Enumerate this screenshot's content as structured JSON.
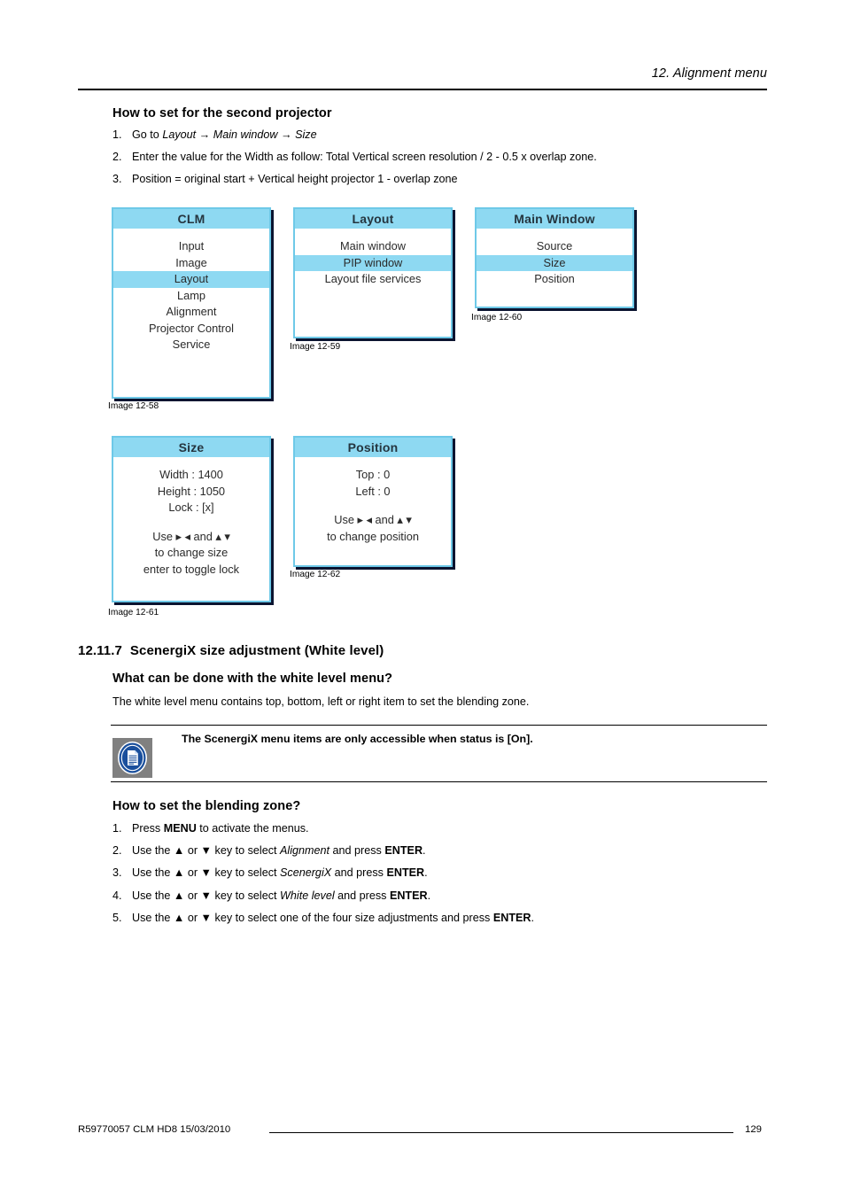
{
  "header": {
    "chapter": "12.  Alignment menu"
  },
  "section_second_projector": {
    "heading": "How to set for the second projector",
    "steps": [
      {
        "num": "1.",
        "parts": [
          {
            "t": "Go to ",
            "style": "normal"
          },
          {
            "t": "Layout",
            "style": "italic"
          },
          {
            "t": " → ",
            "style": "italic"
          },
          {
            "t": "Main window",
            "style": "italic"
          },
          {
            "t": " → ",
            "style": "italic"
          },
          {
            "t": "Size",
            "style": "italic"
          }
        ]
      },
      {
        "num": "2.",
        "parts": [
          {
            "t": "Enter the value for the Width as follow: Total Vertical screen resolution / 2 - 0.5 x overlap zone.",
            "style": "normal"
          }
        ]
      },
      {
        "num": "3.",
        "parts": [
          {
            "t": "Position = original start + Vertical height projector 1 - overlap zone",
            "style": "normal"
          }
        ]
      }
    ]
  },
  "osd_menus": [
    {
      "id": "clm",
      "title": "CLM",
      "caption": "Image 12-58",
      "rows": [
        {
          "label": "Input",
          "selected": false
        },
        {
          "label": "Image",
          "selected": false
        },
        {
          "label": "Layout",
          "selected": true
        },
        {
          "label": "Lamp",
          "selected": false
        },
        {
          "label": "Alignment",
          "selected": false
        },
        {
          "label": "Projector Control",
          "selected": false
        },
        {
          "label": "Service",
          "selected": false
        }
      ]
    },
    {
      "id": "layout",
      "title": "Layout",
      "caption": "Image 12-59",
      "rows": [
        {
          "label": "Main window",
          "selected": false
        },
        {
          "label": "PIP window",
          "selected": true
        },
        {
          "label": "Layout file services",
          "selected": false
        }
      ]
    },
    {
      "id": "main-window",
      "title": "Main Window",
      "caption": "Image 12-60",
      "rows": [
        {
          "label": "Source",
          "selected": false
        },
        {
          "label": "Size",
          "selected": true
        },
        {
          "label": "Position",
          "selected": false
        }
      ]
    },
    {
      "id": "size",
      "title": "Size",
      "caption": "Image 12-61",
      "rows": [
        {
          "label": "Width : 1400",
          "selected": false
        },
        {
          "label": "Height : 1050",
          "selected": false
        },
        {
          "label": "Lock : [x]",
          "selected": false
        }
      ],
      "notes": [
        "Use ▸ ◂ and ▴ ▾",
        "to change size",
        "enter to toggle lock"
      ]
    },
    {
      "id": "position",
      "title": "Position",
      "caption": "Image 12-62",
      "rows": [
        {
          "label": "Top : 0",
          "selected": false
        },
        {
          "label": "Left : 0",
          "selected": false
        }
      ],
      "notes": [
        "Use ▸ ◂ and ▴ ▾",
        "to change position"
      ]
    }
  ],
  "section_scenergix": {
    "number": "12.11.7",
    "title": "ScenergiX size adjustment (White level)",
    "subheading": "What can be done with the white level menu?",
    "paragraph": "The white level menu contains top, bottom, left or right item to set the blending zone.",
    "note": {
      "icon": "document-note-icon",
      "text": "The ScenergiX menu items are only accessible when status is [On]."
    }
  },
  "section_blending_zone": {
    "heading": "How to set the blending zone?",
    "steps": [
      {
        "num": "1.",
        "parts": [
          {
            "t": "Press ",
            "style": "normal"
          },
          {
            "t": "MENU",
            "style": "bold"
          },
          {
            "t": " to activate the menus.",
            "style": "normal"
          }
        ]
      },
      {
        "num": "2.",
        "parts": [
          {
            "t": "Use the ▲ or ▼ key to select ",
            "style": "normal"
          },
          {
            "t": "Alignment",
            "style": "italic"
          },
          {
            "t": " and press ",
            "style": "normal"
          },
          {
            "t": "ENTER",
            "style": "bold"
          },
          {
            "t": ".",
            "style": "normal"
          }
        ]
      },
      {
        "num": "3.",
        "parts": [
          {
            "t": "Use the ▲ or ▼ key to select ",
            "style": "normal"
          },
          {
            "t": "ScenergiX",
            "style": "italic"
          },
          {
            "t": " and press ",
            "style": "normal"
          },
          {
            "t": "ENTER",
            "style": "bold"
          },
          {
            "t": ".",
            "style": "normal"
          }
        ]
      },
      {
        "num": "4.",
        "parts": [
          {
            "t": "Use the ▲ or ▼ key to select ",
            "style": "normal"
          },
          {
            "t": "White level",
            "style": "italic"
          },
          {
            "t": " and press ",
            "style": "normal"
          },
          {
            "t": "ENTER",
            "style": "bold"
          },
          {
            "t": ".",
            "style": "normal"
          }
        ]
      },
      {
        "num": "5.",
        "parts": [
          {
            "t": "Use the ▲ or ▼ key to select one of the four size adjustments and press ",
            "style": "normal"
          },
          {
            "t": "ENTER",
            "style": "bold"
          },
          {
            "t": ".",
            "style": "normal"
          }
        ]
      }
    ]
  },
  "footer": {
    "left": "R59770057  CLM HD8  15/03/2010",
    "page": "129"
  },
  "colors": {
    "osd_title_bg": "#8ed9f2",
    "osd_border": "#6ec9e8",
    "osd_shadow": "#0b1430",
    "note_icon_bg": "#808080",
    "note_icon_circle": "#1a4f9c"
  }
}
